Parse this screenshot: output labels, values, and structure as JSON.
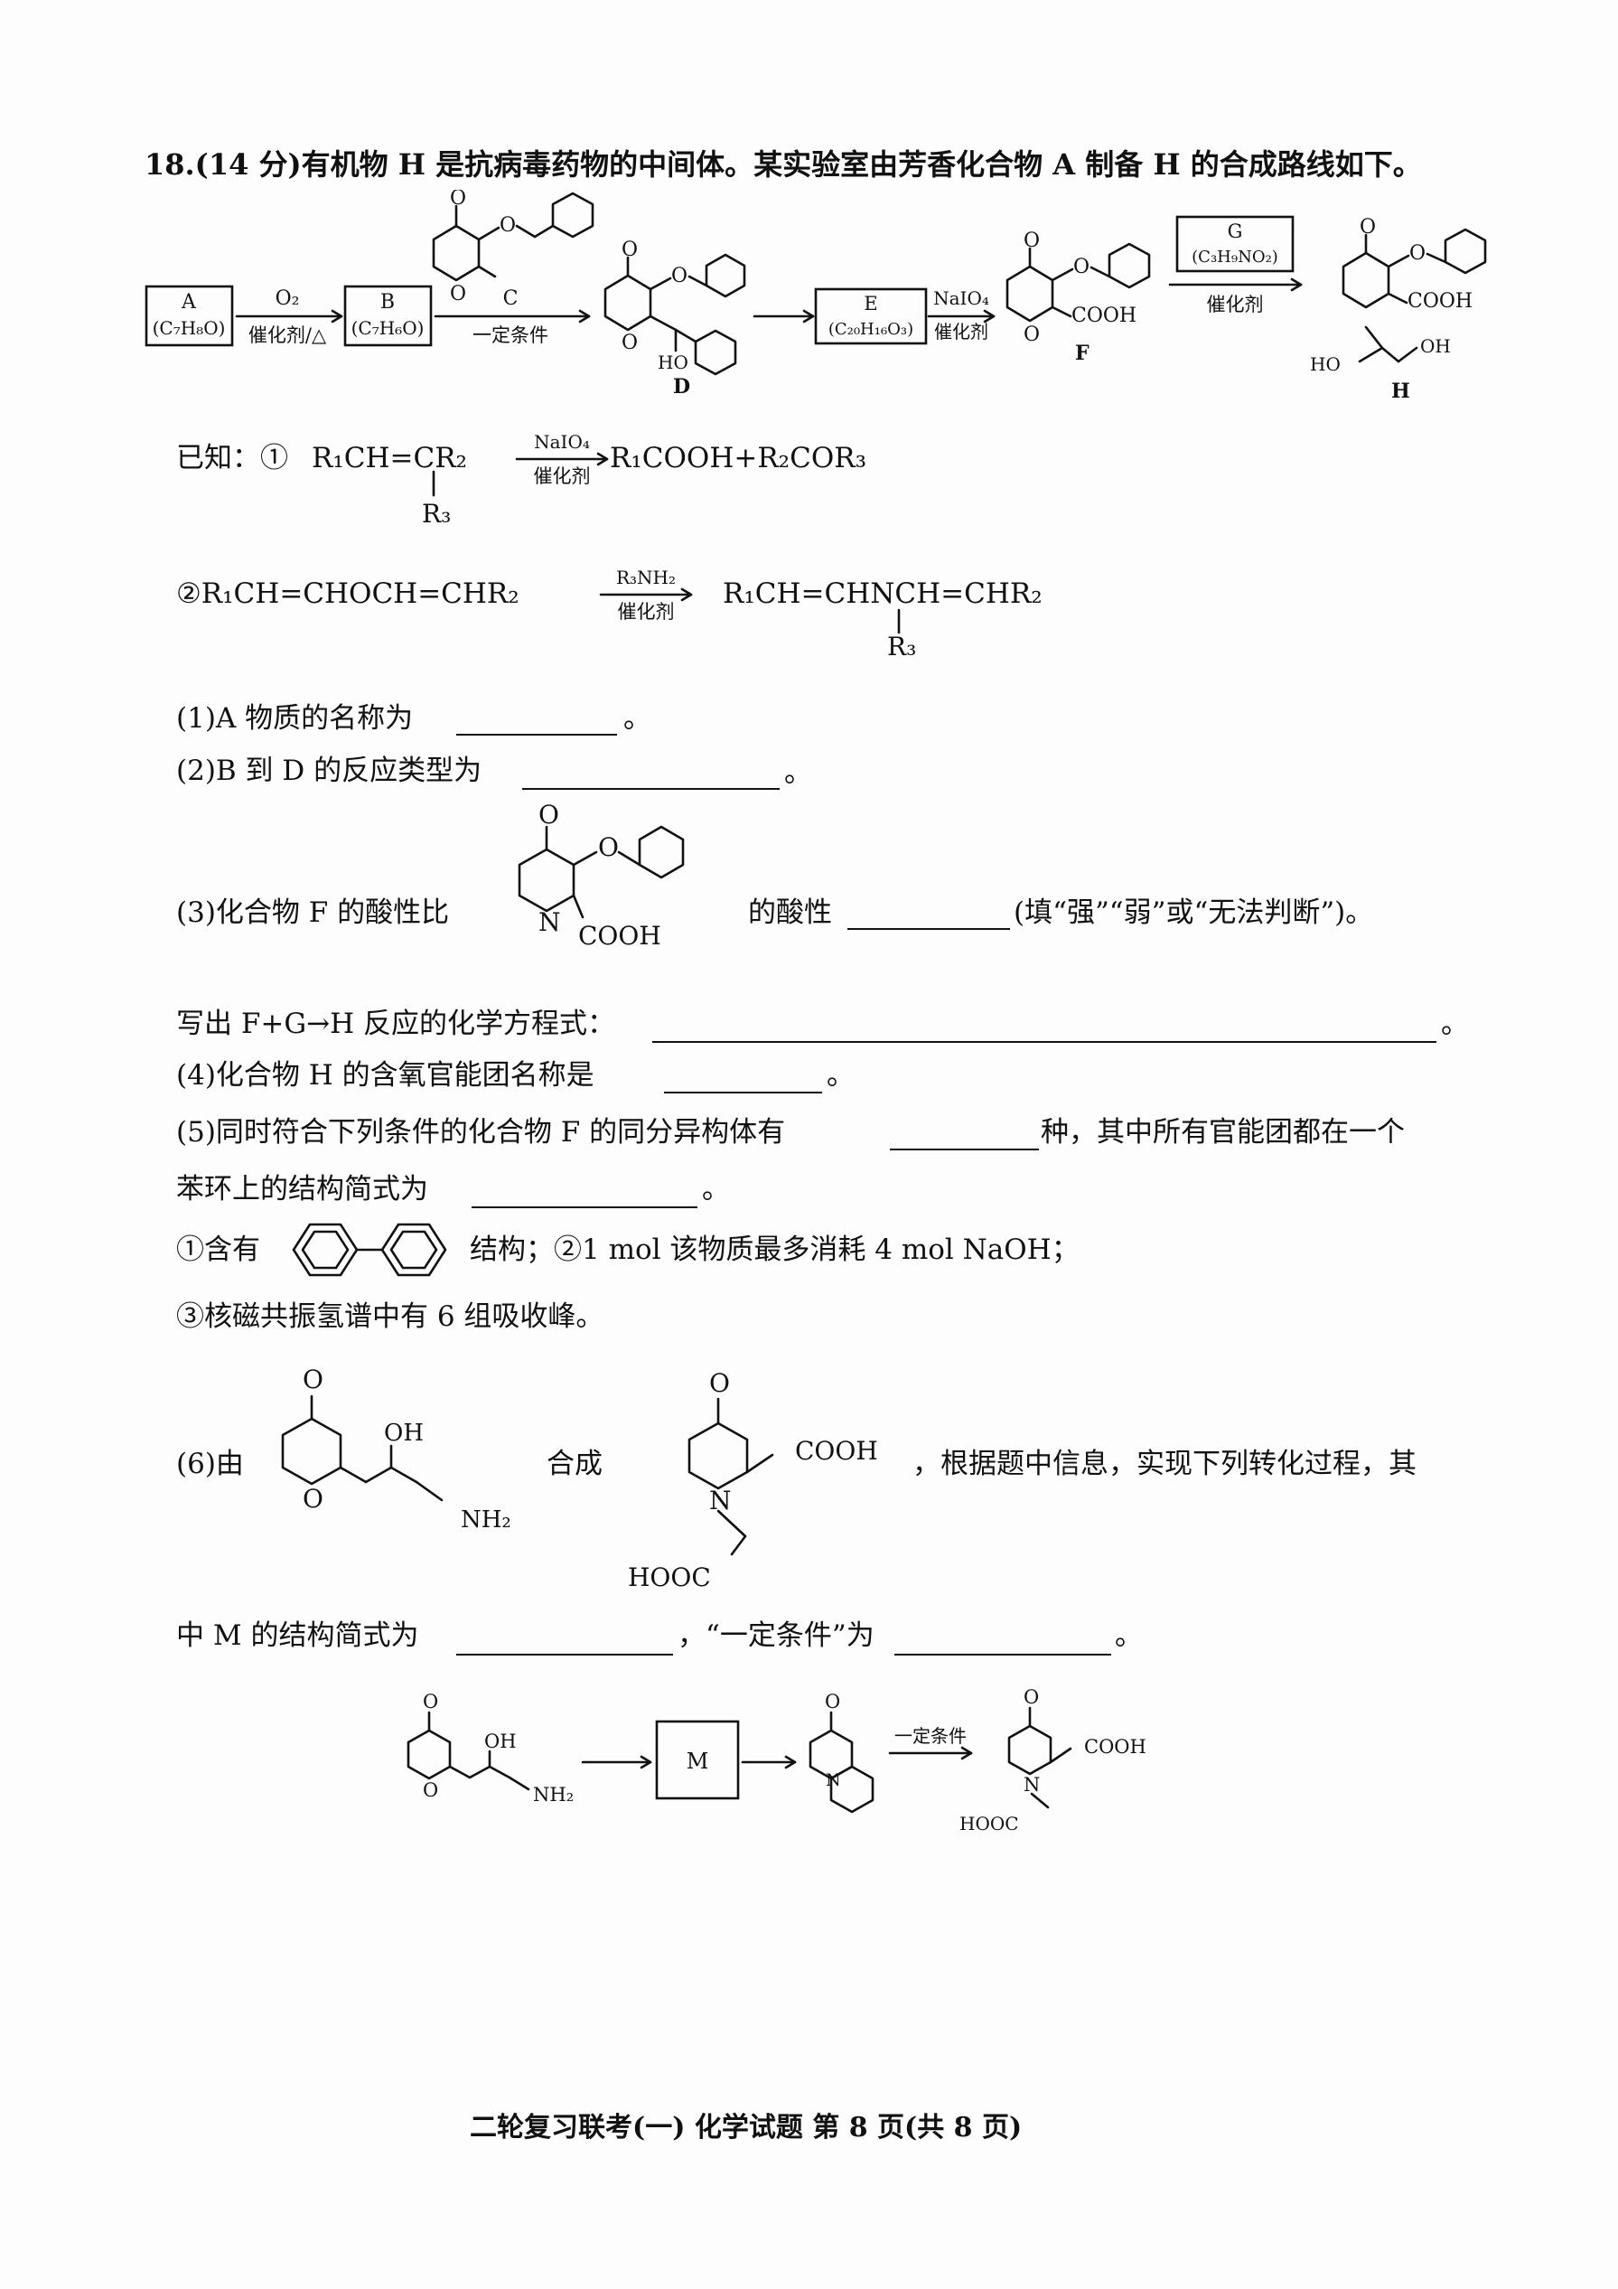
{
  "question": {
    "header": "18.(14 分)有机物 H 是抗病毒药物的中间体。某实验室由芳香化合物 A 制备 H 的合成路线如下。"
  },
  "route": {
    "A_label": "A",
    "A_formula": "(C₇H₈O)",
    "reagent1_top": "O₂",
    "reagent1_bottom": "催化剂/△",
    "B_label": "B",
    "B_formula": "(C₇H₆O)",
    "reagent2_top": "C",
    "reagent2_bottom": "一定条件",
    "D_label": "D",
    "E_label": "E",
    "E_formula": "(C₂₀H₁₆O₃)",
    "reagent3_top": "NaIO₄",
    "reagent3_bottom": "催化剂",
    "F_label": "F",
    "G_label": "G",
    "G_formula": "(C₃H₉NO₂)",
    "reagent4_bottom": "催化剂",
    "H_label": "H",
    "O": "O",
    "HO": "HO",
    "OH": "OH",
    "COOH": "COOH"
  },
  "known": {
    "intro": "已知：①",
    "r1_left": "R₁CH=CR₂",
    "r1_reagent": "NaIO₄",
    "r1_cond": "催化剂",
    "r1_right": "R₁COOH+R₂COR₃",
    "r1_sub": "R₃",
    "r2_left": "②R₁CH=CHOCH=CHR₂",
    "r2_reagent": "R₃NH₂",
    "r2_cond": "催化剂",
    "r2_right": "R₁CH=CHNCH=CHR₂",
    "r2_sub": "R₃"
  },
  "q1": {
    "text": "(1)A 物质的名称为",
    "end": "。"
  },
  "q2": {
    "text": "(2)B 到 D 的反应类型为",
    "end": "。"
  },
  "q3": {
    "prefix": "(3)化合物 F 的酸性比",
    "middle": "的酸性",
    "suffix": "(填“强”“弱”或“无法判断”)。",
    "struct_O": "O",
    "struct_N": "N",
    "struct_COOH": "COOH",
    "eq_text": "写出 F+G→H 反应的化学方程式：",
    "eq_end": "。"
  },
  "q4": {
    "text": "(4)化合物 H 的含氧官能团名称是",
    "end": "。"
  },
  "q5": {
    "line1_a": "(5)同时符合下列条件的化合物 F 的同分异构体有",
    "line1_b": "种，其中所有官能团都在一个",
    "line2_a": "苯环上的结构简式为",
    "line2_end": "。",
    "cond1_a": "①含有",
    "cond1_b": "结构；②1 mol 该物质最多消耗 4 mol NaOH；",
    "cond3": "③核磁共振氢谱中有 6 组吸收峰。"
  },
  "q6": {
    "prefix": "(6)由",
    "middle": "合成",
    "suffix": "，根据题中信息，实现下列转化过程，其",
    "line2_a": "中 M 的结构简式为",
    "line2_b": "，“一定条件”为",
    "line2_end": "。",
    "OH": "OH",
    "NH2": "NH₂",
    "O": "O",
    "N": "N",
    "COOH": "COOH",
    "HOOC": "HOOC",
    "M_label": "M",
    "cond": "一定条件"
  },
  "footer": {
    "text": "二轮复习联考(一) 化学试题 第 8 页(共 8 页)"
  }
}
